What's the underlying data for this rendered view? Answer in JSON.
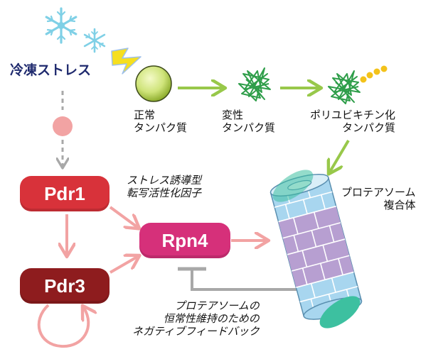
{
  "cold_stress": "冷凍ストレス",
  "normal_protein": [
    "正常",
    "タンパク質"
  ],
  "denatured_protein": [
    "変性",
    "タンパク質"
  ],
  "ubiquitinated_protein": [
    "ポリユビキチン化",
    "タンパク質"
  ],
  "stress_tf": [
    "ストレス誘導型",
    "転写活性化因子"
  ],
  "proteasome": [
    "プロテアソーム",
    "複合体"
  ],
  "feedback": [
    "プロテアソームの",
    "恒常性維持のための",
    "ネガティブフィードバック"
  ],
  "nodes": {
    "pdr1": "Pdr1",
    "pdr3": "Pdr3",
    "rpn4": "Rpn4"
  },
  "colors": {
    "pdr1": "#d8323a",
    "pdr3": "#8e1c1e",
    "rpn4": "#d6307a",
    "green_arrow": "#98c84a",
    "pink_arrow": "#f2a3a3",
    "grey": "#a8a8a8",
    "snow": "#7fd0e6",
    "bolt": "#f6df1f",
    "normal_protein": "#cfe47a",
    "tangle": "#2f9e4a",
    "ubiquitin": "#f3c21a",
    "proteasome_blue": "#a8d6ef",
    "proteasome_purple": "#b79fd1",
    "cap": "#3dc0a0"
  },
  "icons": [
    "snowflake-icon",
    "lightning-icon"
  ]
}
